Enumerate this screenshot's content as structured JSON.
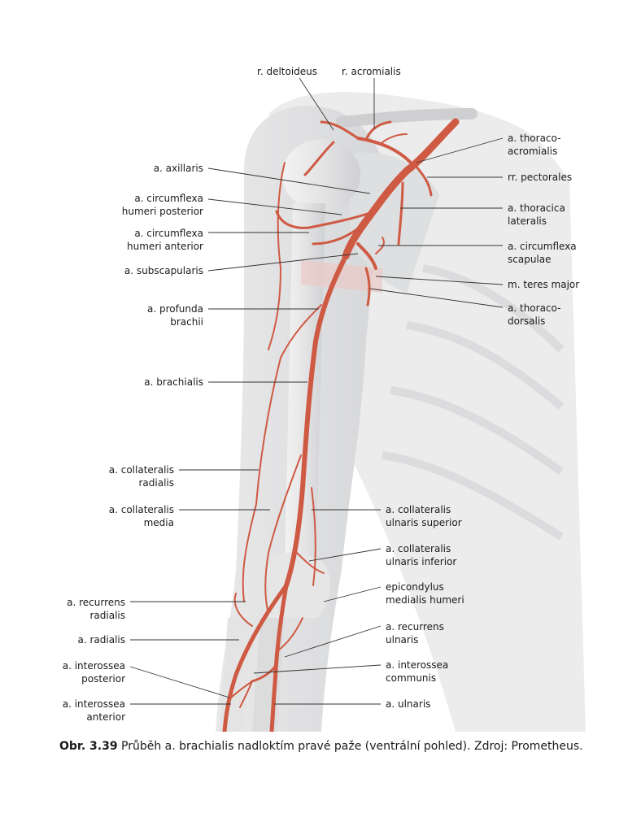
{
  "labels": {
    "deltoideus": "r. deltoideus",
    "acromialis": "r. acromialis",
    "thoraco_acromialis_1": "a. thoraco-",
    "thoraco_acromialis_2": "acromialis",
    "pectorales": "rr. pectorales",
    "thoracica_lat_1": "a. thoracica",
    "thoracica_lat_2": "lateralis",
    "circ_scap_1": "a. circumflexa",
    "circ_scap_2": "scapulae",
    "teres_major": "m. teres major",
    "thoracodors_1": "a. thoraco-",
    "thoracodors_2": "dorsalis",
    "axillaris": "a. axillaris",
    "circ_post_1": "a. circumflexa",
    "circ_post_2": "humeri posterior",
    "circ_ant_1": "a. circumflexa",
    "circ_ant_2": "humeri anterior",
    "subscapularis": "a. subscapularis",
    "profunda_1": "a. profunda",
    "profunda_2": "brachii",
    "brachialis": "a. brachialis",
    "coll_rad_1": "a. collateralis",
    "coll_rad_2": "radialis",
    "coll_med_1": "a. collateralis",
    "coll_med_2": "media",
    "coll_uln_sup_1": "a. collateralis",
    "coll_uln_sup_2": "ulnaris superior",
    "coll_uln_inf_1": "a. collateralis",
    "coll_uln_inf_2": "ulnaris inferior",
    "epicondylus_1": "epicondylus",
    "epicondylus_2": "medialis humeri",
    "rec_rad_1": "a. recurrens",
    "rec_rad_2": "radialis",
    "radialis": "a. radialis",
    "inter_post_1": "a. interossea",
    "inter_post_2": "posterior",
    "inter_ant_1": "a. interossea",
    "inter_ant_2": "anterior",
    "rec_uln_1": "a. recurrens",
    "rec_uln_2": "ulnaris",
    "inter_comm_1": "a. interossea",
    "inter_comm_2": "communis",
    "ulnaris": "a. ulnaris"
  },
  "caption": {
    "label": "Obr. 3.39",
    "text": "Průběh a. brachialis nadloktím pravé paže (ventrální pohled). Zdroj: Prometheus."
  }
}
